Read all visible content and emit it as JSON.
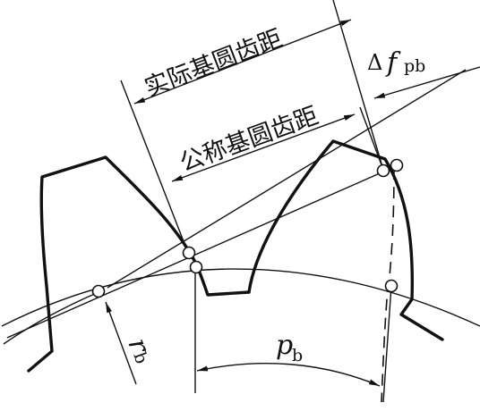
{
  "labels": {
    "actual_base_pitch": "实际基圆齿距",
    "nominal_base_pitch": "公称基圆齿距",
    "delta_symbol": "Δ",
    "deviation_f": "f",
    "deviation_sub": "pb",
    "base_radius_r": "r",
    "base_radius_sub": "b",
    "base_pitch_p": "p",
    "base_pitch_sub": "b"
  },
  "colors": {
    "ink": "#111111",
    "background": "#ffffff"
  }
}
